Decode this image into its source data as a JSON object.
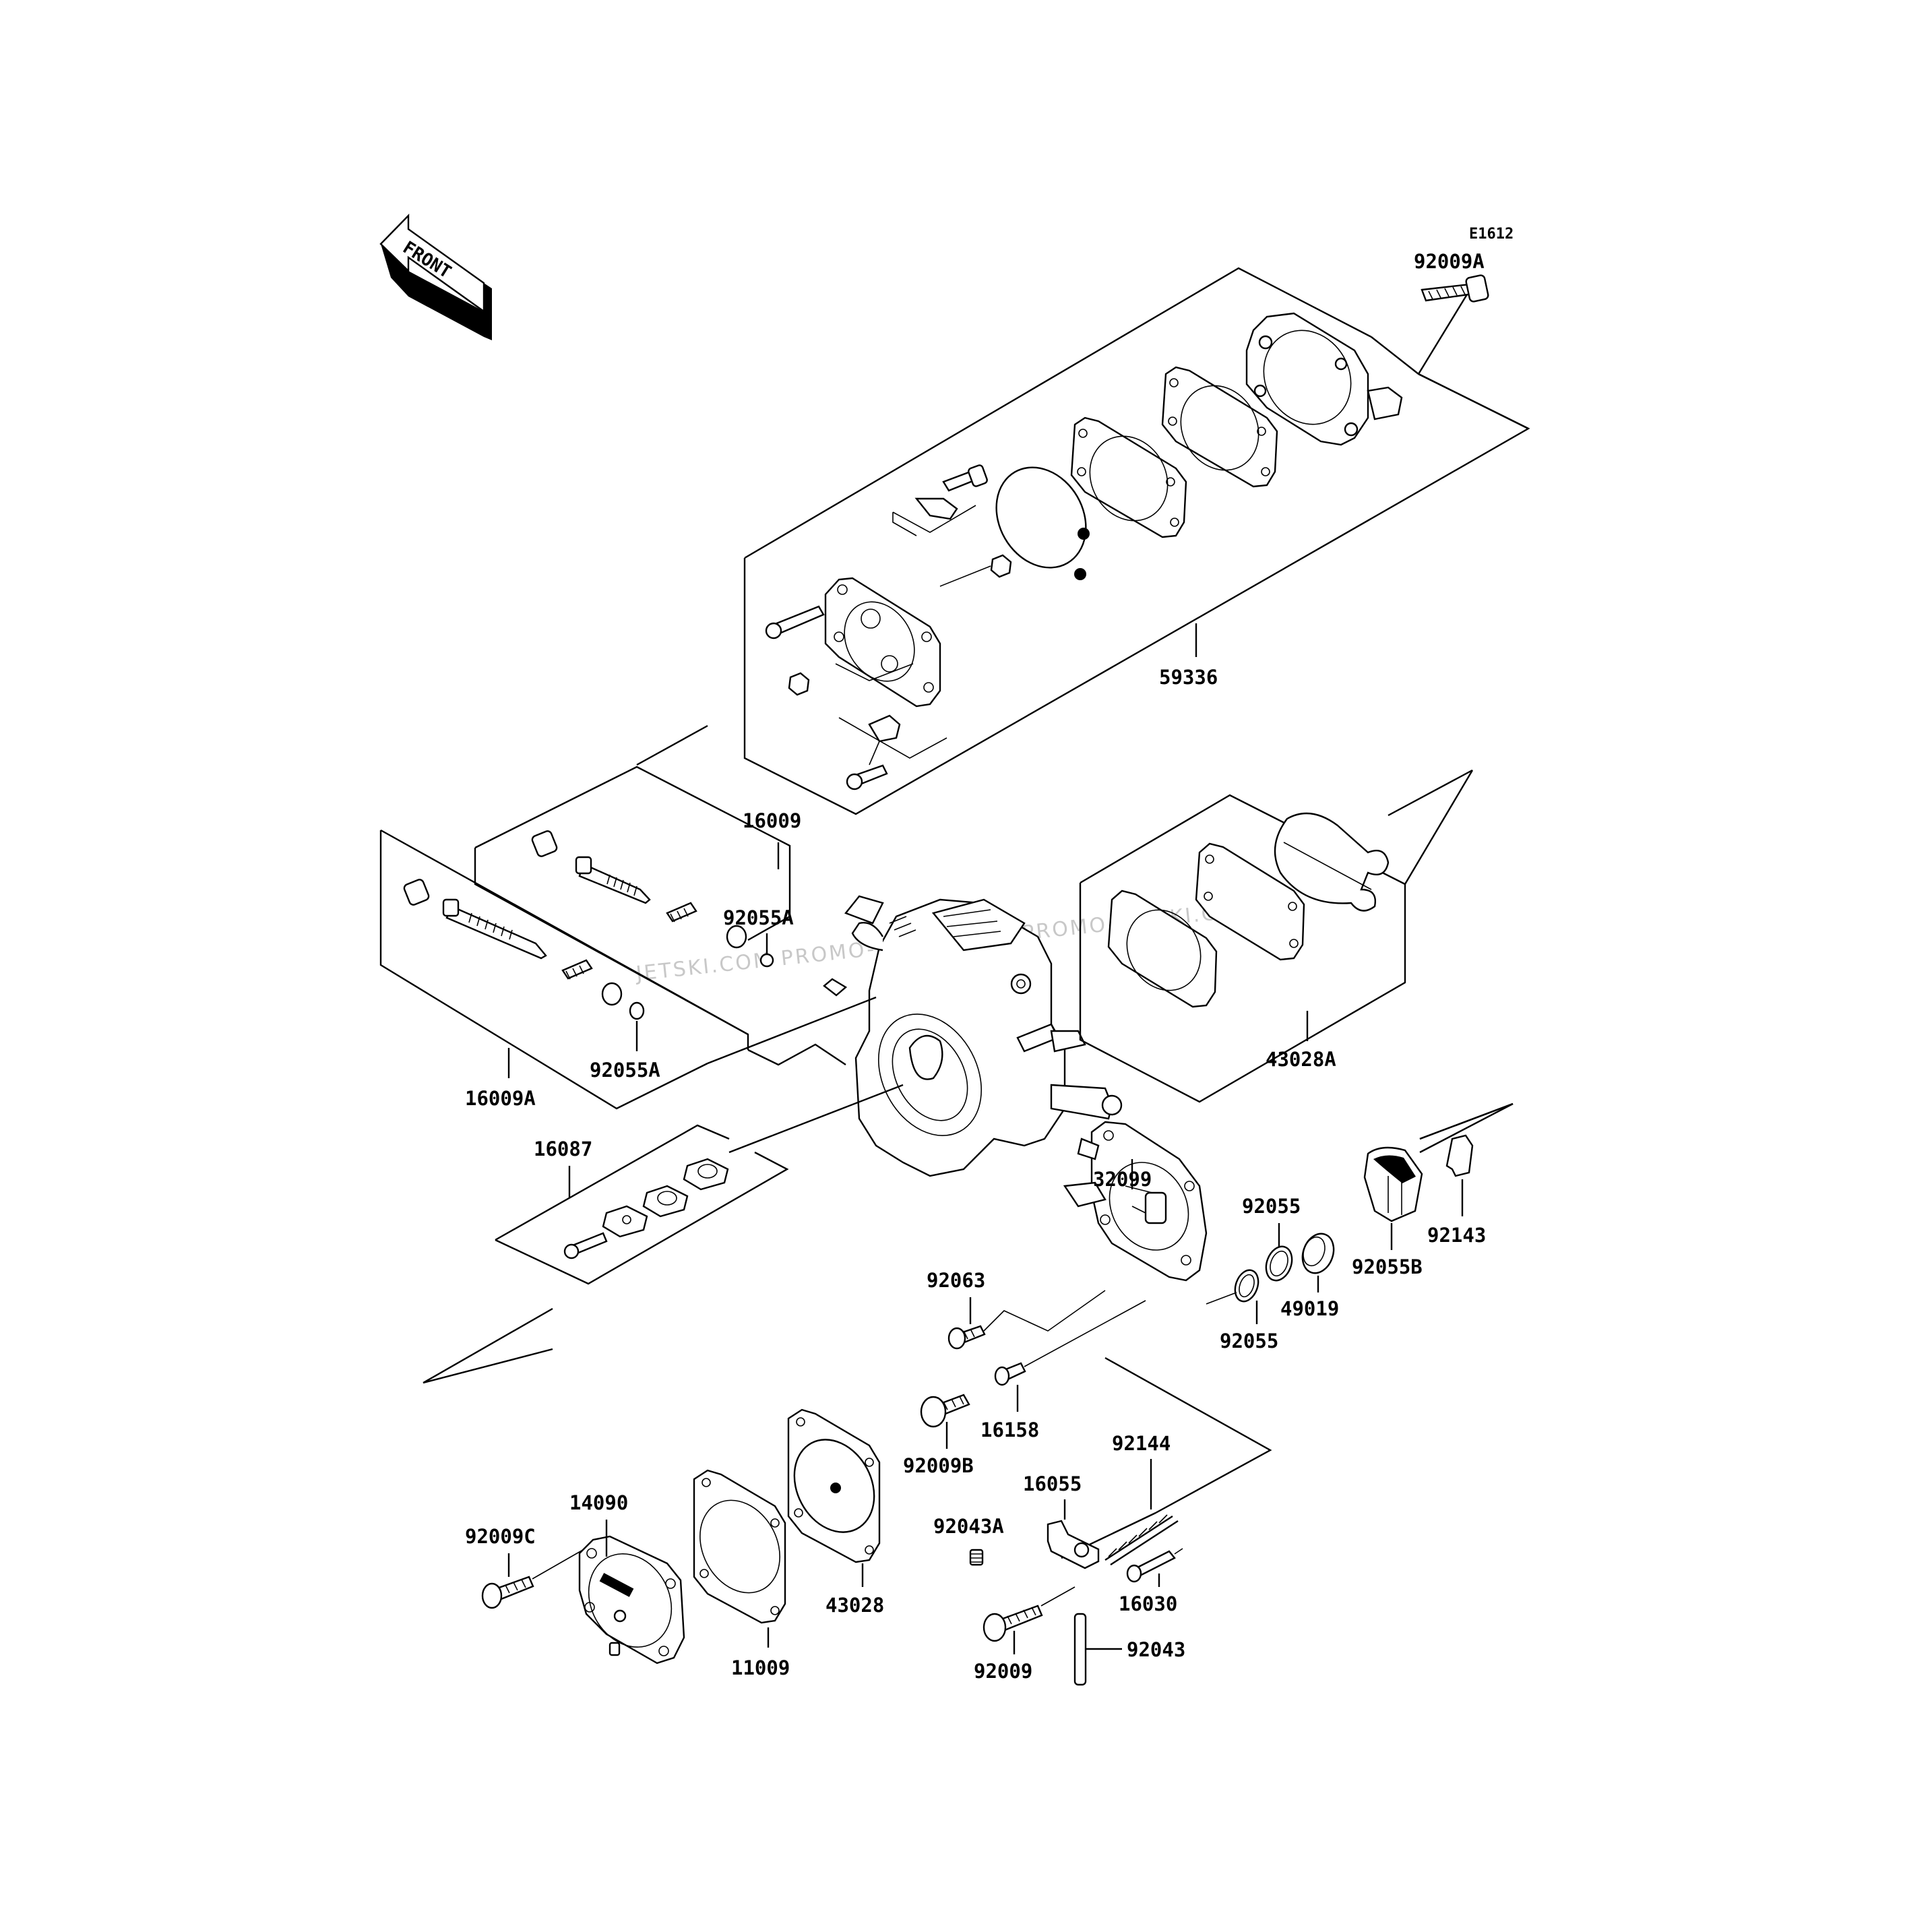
{
  "diagram": {
    "code": "E1612",
    "front_label": "FRONT",
    "watermark": "JETSKI.COM PROMO-JETSKI.COM PROMO-JETSKI.COM",
    "callouts": {
      "p92009A": "92009A",
      "p59336": "59336",
      "p16009": "16009",
      "p92055A_1": "92055A",
      "p92055A_2": "92055A",
      "p16009A": "16009A",
      "p43028A": "43028A",
      "p16087": "16087",
      "p32099": "32099",
      "p92055_1": "92055",
      "p92055B": "92055B",
      "p92143": "92143",
      "p92063": "92063",
      "p49019": "49019",
      "p92055_2": "92055",
      "p16158": "16158",
      "p92009B": "92009B",
      "p92144": "92144",
      "p14090": "14090",
      "p16055": "16055",
      "p92043A": "92043A",
      "p92009C": "92009C",
      "p16030": "16030",
      "p43028": "43028",
      "p92009": "92009",
      "p92043": "92043",
      "p11009": "11009"
    }
  }
}
